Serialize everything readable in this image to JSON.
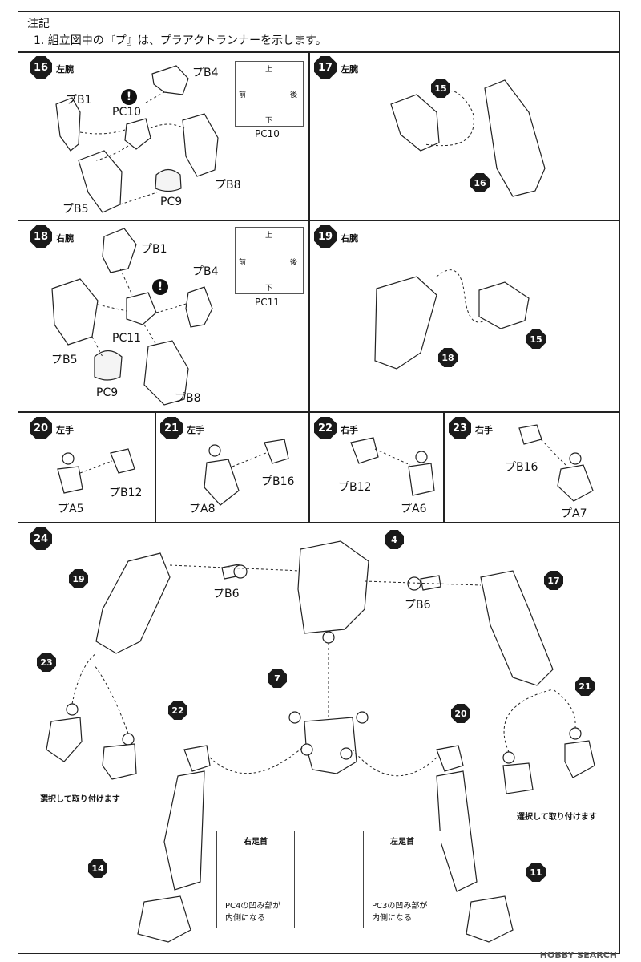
{
  "notes": {
    "title": "注記",
    "line1": "1. 組立図中の『プ』は、プラアクトランナーを示します。"
  },
  "steps": {
    "s16": {
      "num": "16",
      "title": "左腕"
    },
    "s17": {
      "num": "17",
      "title": "左腕"
    },
    "s18": {
      "num": "18",
      "title": "右腕"
    },
    "s19": {
      "num": "19",
      "title": "右腕"
    },
    "s20": {
      "num": "20",
      "title": "左手"
    },
    "s21": {
      "num": "21",
      "title": "左手"
    },
    "s22": {
      "num": "22",
      "title": "右手"
    },
    "s23": {
      "num": "23",
      "title": "右手"
    },
    "s24": {
      "num": "24"
    }
  },
  "labels": {
    "s16": {
      "b4": "プB4",
      "b1": "プB1",
      "pc10": "PC10",
      "b8": "プB8",
      "b5": "プB5",
      "pc9": "PC9"
    },
    "s18": {
      "b1": "プB1",
      "b4": "プB4",
      "pc11": "PC11",
      "b5": "プB5",
      "pc9": "PC9",
      "b8": "プB8"
    },
    "s20": {
      "b12": "プB12",
      "a5": "プA5"
    },
    "s21": {
      "b16": "プB16",
      "a8": "プA8"
    },
    "s22": {
      "b12": "プB12",
      "a6": "プA6"
    },
    "s23": {
      "b16": "プB16",
      "a7": "プA7"
    },
    "s24": {
      "b6_left": "プB6",
      "b6_right": "プB6"
    }
  },
  "pc_boxes": {
    "pc10": {
      "top": "上",
      "bottom": "下",
      "front": "前",
      "back": "後",
      "caption": "PC10"
    },
    "pc11": {
      "top": "上",
      "bottom": "下",
      "front": "前",
      "back": "後",
      "caption": "PC11"
    }
  },
  "refs": {
    "r15a": "15",
    "r16": "16",
    "r15b": "15",
    "r18": "18",
    "r19": "19",
    "r4": "4",
    "r17": "17",
    "r23": "23",
    "r22": "22",
    "r7": "7",
    "r20": "20",
    "r21": "21",
    "r14": "14",
    "r11": "11"
  },
  "texts": {
    "select_left": "選択して取り付けます",
    "select_right": "選択して取り付けます",
    "right_ankle_title": "右足首",
    "right_ankle_note1": "PC4の凹み部が",
    "right_ankle_note2": "内側になる",
    "left_ankle_title": "左足首",
    "left_ankle_note1": "PC3の凹み部が",
    "left_ankle_note2": "内側になる",
    "warn": "!"
  },
  "watermark": "HOBBY SEARCH"
}
